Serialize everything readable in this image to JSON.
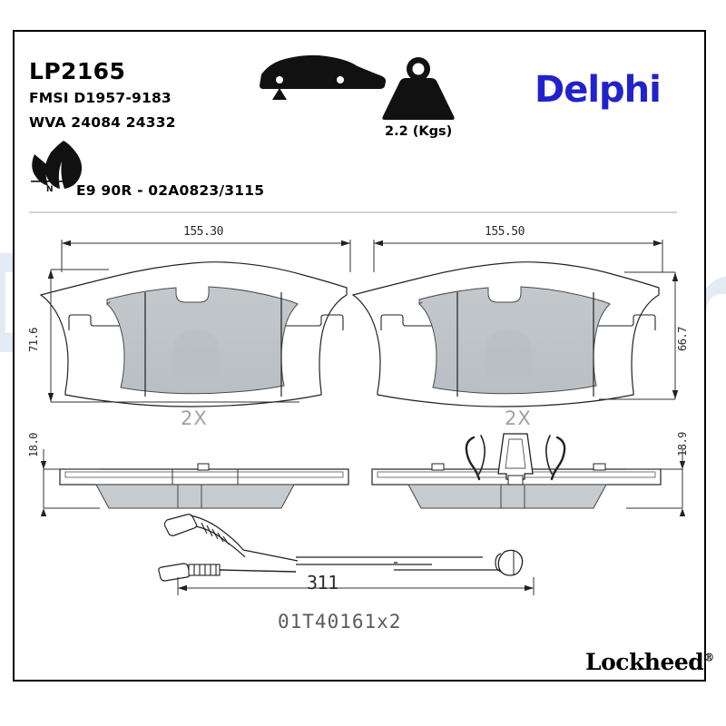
{
  "header": {
    "part_number": "LP2165",
    "fmsi": "FMSI D1957-9183",
    "wva": "WVA 24084 24332",
    "eco_approval": "E9 90R - 02A0823/3115",
    "weight": "2.2 (Kgs)",
    "brand": "Delphi",
    "sub_brand": "Lockheed",
    "registered_mark": "®",
    "brand_color": "#2222cc",
    "watermark_text": "Delphi",
    "icons": {
      "vehicle": "car-front-axle-icon",
      "weight": "weight-kettlebell-icon",
      "eco": "eco-leaf-icon"
    }
  },
  "drawing": {
    "left_pad": {
      "width": "155.30",
      "height": "71.6",
      "thickness": "18.0",
      "quantity": "2X"
    },
    "right_pad": {
      "width": "155.50",
      "height": "66.7",
      "thickness": "18.9",
      "quantity": "2X"
    },
    "sensor": {
      "length": "311",
      "code": "01T40161x2"
    }
  }
}
